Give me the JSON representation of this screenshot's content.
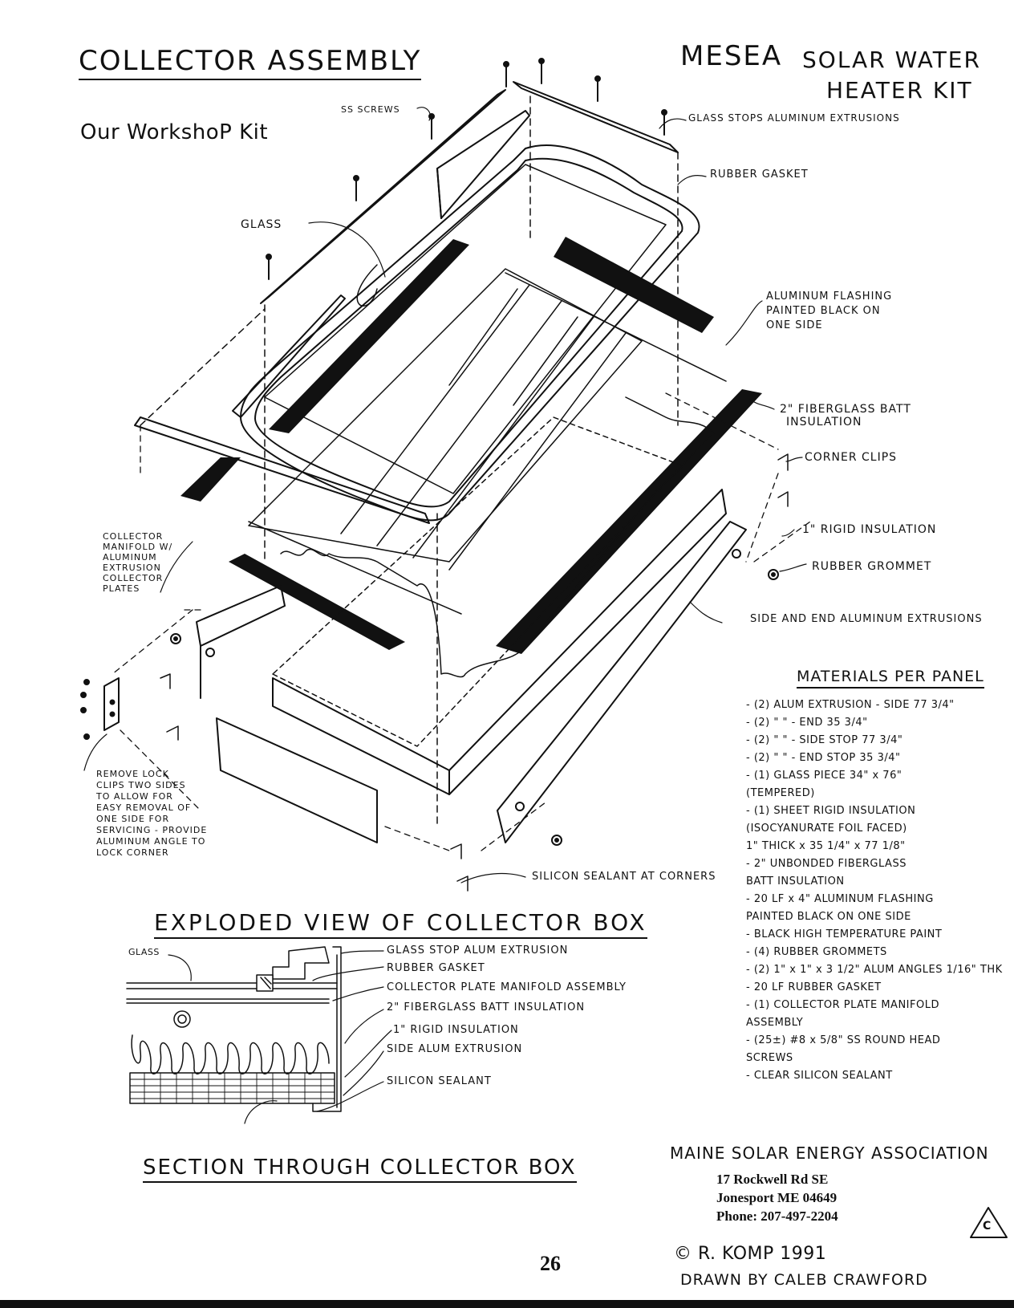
{
  "header": {
    "title_left": "COLLECTOR ASSEMBLY",
    "title_right_1": "MESEA",
    "title_right_2": "SOLAR WATER",
    "title_right_3": "HEATER KIT",
    "subtitle": "Our WorkshoP Kit"
  },
  "labels": {
    "ss_screws": "SS SCREWS",
    "glass": "GLASS",
    "glass_stops": "GLASS STOPS ALUMINUM EXTRUSIONS",
    "rubber_gasket": "RUBBER GASKET",
    "flashing_1": "ALUMINUM FLASHING",
    "flashing_2": "PAINTED BLACK ON",
    "flashing_3": "ONE SIDE",
    "batt_1": "2\" FIBERGLASS BATT",
    "batt_2": "INSULATION",
    "corner_clips": "CORNER CLIPS",
    "rigid": "1\" RIGID INSULATION",
    "grommet": "RUBBER GROMMET",
    "side_end": "SIDE AND END ALUMINUM EXTRUSIONS",
    "manifold": [
      "COLLECTOR",
      "MANIFOLD W/",
      "ALUMINUM",
      "EXTRUSION",
      "COLLECTOR",
      "PLATES"
    ],
    "remove_lock": [
      "REMOVE LOCK",
      "CLIPS TWO SIDES",
      "TO ALLOW FOR",
      "EASY REMOVAL OF",
      "ONE SIDE FOR",
      "SERVICING - PROVIDE",
      "ALUMINUM ANGLE TO",
      "LOCK CORNER"
    ],
    "silicon_corners": "SILICON SEALANT AT CORNERS"
  },
  "exploded_title": "EXPLODED VIEW OF COLLECTOR BOX",
  "section": {
    "title": "SECTION THROUGH COLLECTOR BOX",
    "glass": "GLASS",
    "callouts": [
      "GLASS STOP ALUM EXTRUSION",
      "RUBBER GASKET",
      "COLLECTOR PLATE MANIFOLD ASSEMBLY",
      "2\" FIBERGLASS BATT INSULATION",
      "1\" RIGID INSULATION",
      "SIDE ALUM EXTRUSION",
      "SILICON SEALANT"
    ]
  },
  "materials": {
    "title": "MATERIALS PER PANEL",
    "items": [
      "- (2) ALUM EXTRUSION - SIDE 77 3/4\"",
      "- (2)   \"   \"   - END 35 3/4\"",
      "- (2)   \"   \"   - SIDE STOP 77 3/4\"",
      "- (2)   \"   \"   - END STOP 35 3/4\"",
      "- (1) GLASS PIECE 34\" x 76\"",
      "      (TEMPERED)",
      "- (1) SHEET RIGID INSULATION",
      "      (ISOCYANURATE FOIL FACED)",
      "        1\" THICK x 35 1/4\" x 77 1/8\"",
      "- 2\" UNBONDED FIBERGLASS",
      "      BATT INSULATION",
      "- 20 LF x 4\" ALUMINUM FLASHING",
      "      PAINTED BLACK ON ONE SIDE",
      "- BLACK HIGH TEMPERATURE PAINT",
      "- (4) RUBBER GROMMETS",
      "- (2) 1\" x 1\" x 3 1/2\" ALUM ANGLES 1/16\" THK",
      "- 20 LF RUBBER GASKET",
      "- (1) COLLECTOR PLATE MANIFOLD",
      "      ASSEMBLY",
      "- (25±) #8 x 5/8\" SS ROUND HEAD",
      "      SCREWS",
      "- CLEAR SILICON SEALANT"
    ]
  },
  "org": {
    "name": "MAINE SOLAR ENERGY ASSOCIATION",
    "address1": "17 Rockwell Rd SE",
    "address2": "Jonesport ME 04649",
    "phone": "Phone: 207-497-2204"
  },
  "footer": {
    "page_number": "26",
    "copyright": "© R. KOMP 1991",
    "drawn_by": "DRAWN BY CALEB CRAWFORD",
    "mark": "C"
  }
}
